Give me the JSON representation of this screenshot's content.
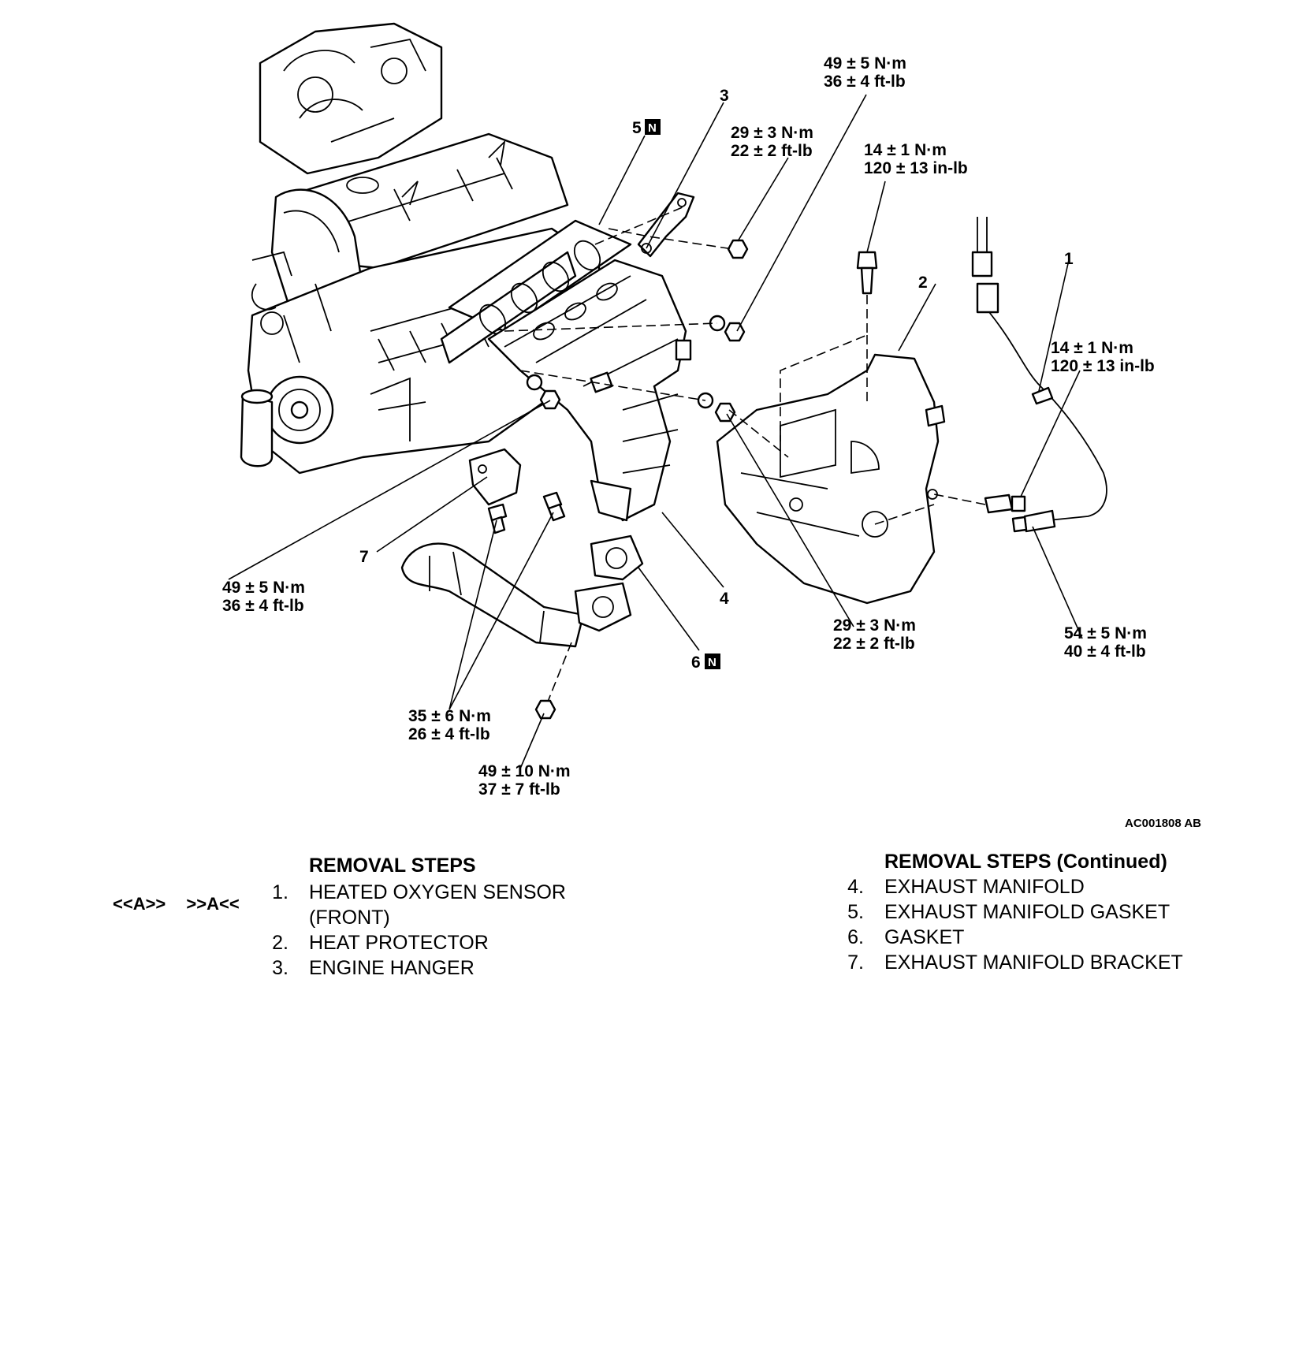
{
  "torque_specs": {
    "t_top_49": [
      "49 ± 5 N·m",
      "36 ± 4 ft-lb"
    ],
    "t_top_29": [
      "29 ± 3 N·m",
      "22 ± 2 ft-lb"
    ],
    "t_top_14": [
      "14 ± 1 N·m",
      "120 ± 13 in-lb"
    ],
    "t_right_14": [
      "14 ± 1 N·m",
      "120 ± 13 in-lb"
    ],
    "t_left_49": [
      "49 ± 5 N·m",
      "36 ± 4 ft-lb"
    ],
    "t_mid_29": [
      "29 ± 3 N·m",
      "22 ± 2 ft-lb"
    ],
    "t_right_54": [
      "54 ± 5 N·m",
      "40 ± 4 ft-lb"
    ],
    "t_bot_35": [
      "35 ± 6 N·m",
      "26 ± 4 ft-lb"
    ],
    "t_bot_49": [
      "49 ± 10 N·m",
      "37 ± 7 ft-lb"
    ]
  },
  "callouts": {
    "c1": "1",
    "c2": "2",
    "c3": "3",
    "c4": "4",
    "c5": "5",
    "c6": "6",
    "c7": "7",
    "n_mark": "N"
  },
  "figure_code": "AC001808 AB",
  "removal_steps": {
    "header": "REMOVAL STEPS",
    "service_codes": [
      "<<A>>",
      ">>A<<"
    ],
    "items": [
      {
        "num": "1.",
        "lines": [
          "HEATED OXYGEN SENSOR",
          "(FRONT)"
        ]
      },
      {
        "num": "2.",
        "lines": [
          "HEAT PROTECTOR"
        ]
      },
      {
        "num": "3.",
        "lines": [
          "ENGINE HANGER"
        ]
      }
    ]
  },
  "removal_steps_continued": {
    "header": "REMOVAL STEPS (Continued)",
    "items": [
      {
        "num": "4.",
        "text": "EXHAUST MANIFOLD"
      },
      {
        "num": "5.",
        "text": "EXHAUST MANIFOLD GASKET"
      },
      {
        "num": "6.",
        "text": "GASKET"
      },
      {
        "num": "7.",
        "text": "EXHAUST MANIFOLD BRACKET"
      }
    ]
  }
}
